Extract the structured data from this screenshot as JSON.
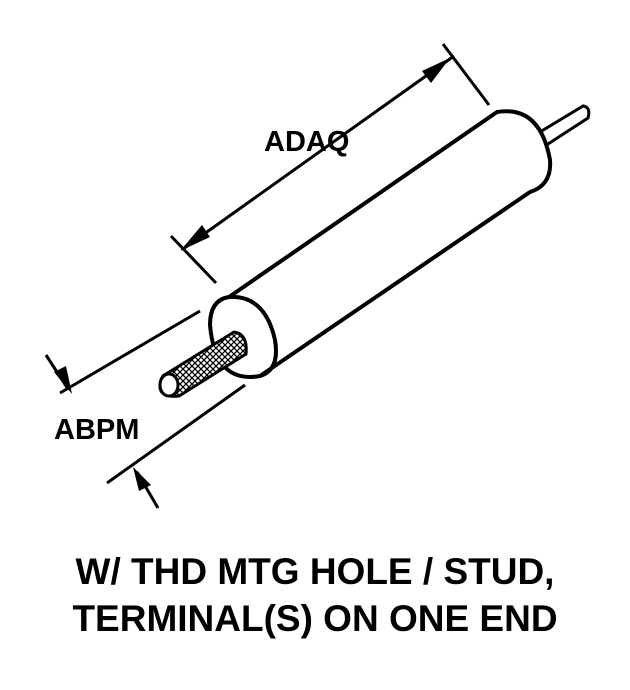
{
  "labels": {
    "length": "ADAQ",
    "diameter": "ABPM"
  },
  "caption": {
    "line1": "W/ THD MTG HOLE / STUD,",
    "line2": "TERMINAL(S) ON ONE END"
  },
  "colors": {
    "ink": "#000000",
    "paper": "#ffffff"
  }
}
